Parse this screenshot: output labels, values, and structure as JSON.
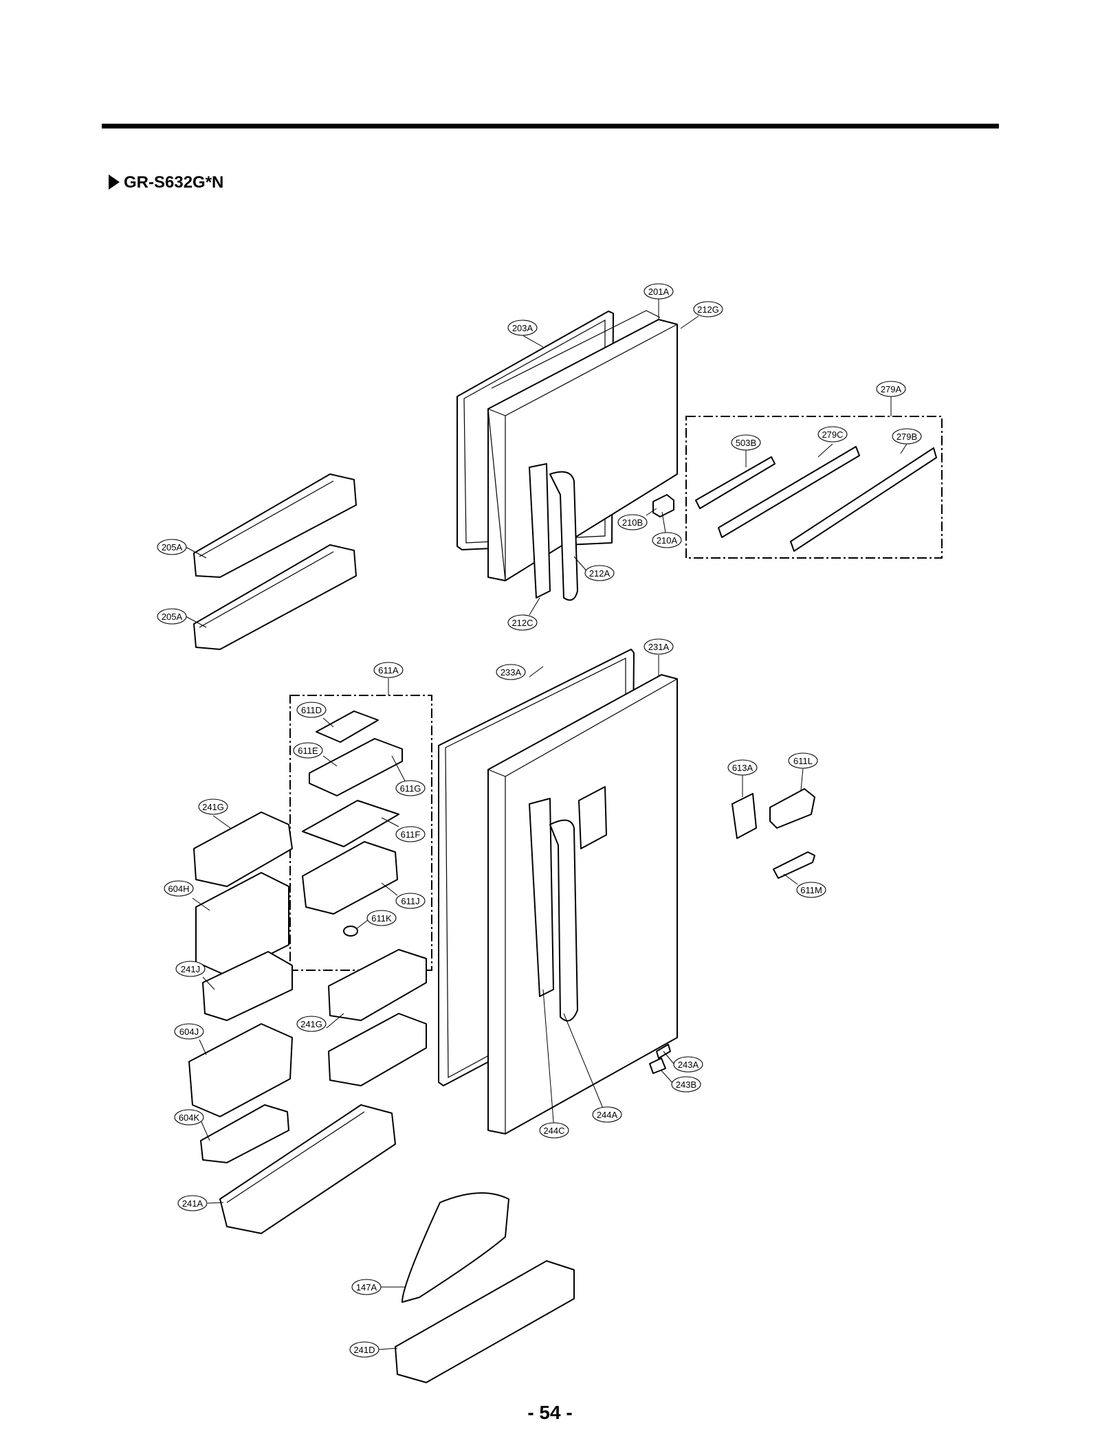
{
  "model_heading": "GR-S632G*N",
  "page_number": "- 54 -",
  "part_labels": [
    "201A",
    "212G",
    "203A",
    "279A",
    "503B",
    "279C",
    "279B",
    "210B",
    "210A",
    "205A",
    "205A",
    "212A",
    "212C",
    "231A",
    "611A",
    "233A",
    "611D",
    "611E",
    "611G",
    "241G",
    "611F",
    "611L",
    "613A",
    "604H",
    "611J",
    "611K",
    "611M",
    "241J",
    "241G",
    "604J",
    "243A",
    "243B",
    "604K",
    "244A",
    "244C",
    "241A",
    "147A",
    "241D"
  ]
}
